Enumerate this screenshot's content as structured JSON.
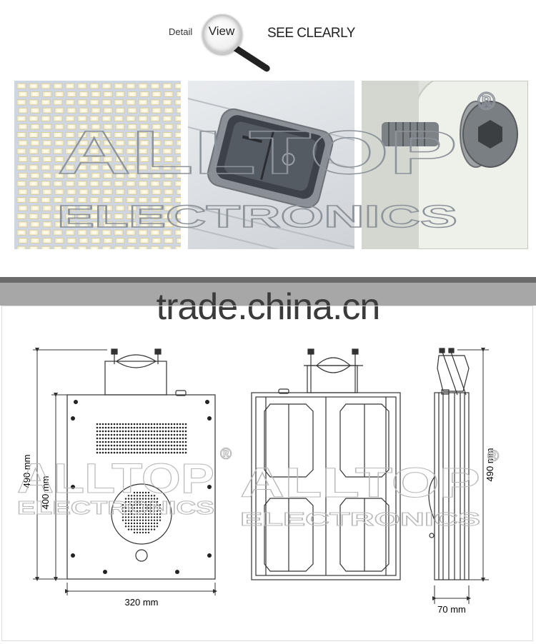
{
  "header": {
    "detail": "Detail",
    "view": "View",
    "see_clearly": "SEE CLEARLY"
  },
  "photos": [
    {
      "name": "led-chip-array"
    },
    {
      "name": "rocker-switch"
    },
    {
      "name": "mounting-bolt"
    }
  ],
  "watermark": {
    "brand": "ALLTOP",
    "sub": "ELECTRONICS",
    "registered": "®"
  },
  "band": {
    "text": "trade.china.cn"
  },
  "dimensions": {
    "front_height_total": "490 mm",
    "front_height_body": "400 mm",
    "front_width": "320 mm",
    "side_height_total": "490 mm",
    "side_depth": "70 mm"
  },
  "colors": {
    "line": "#333333",
    "band": "#a7a7a7",
    "band_dark": "#6b6b6b"
  }
}
